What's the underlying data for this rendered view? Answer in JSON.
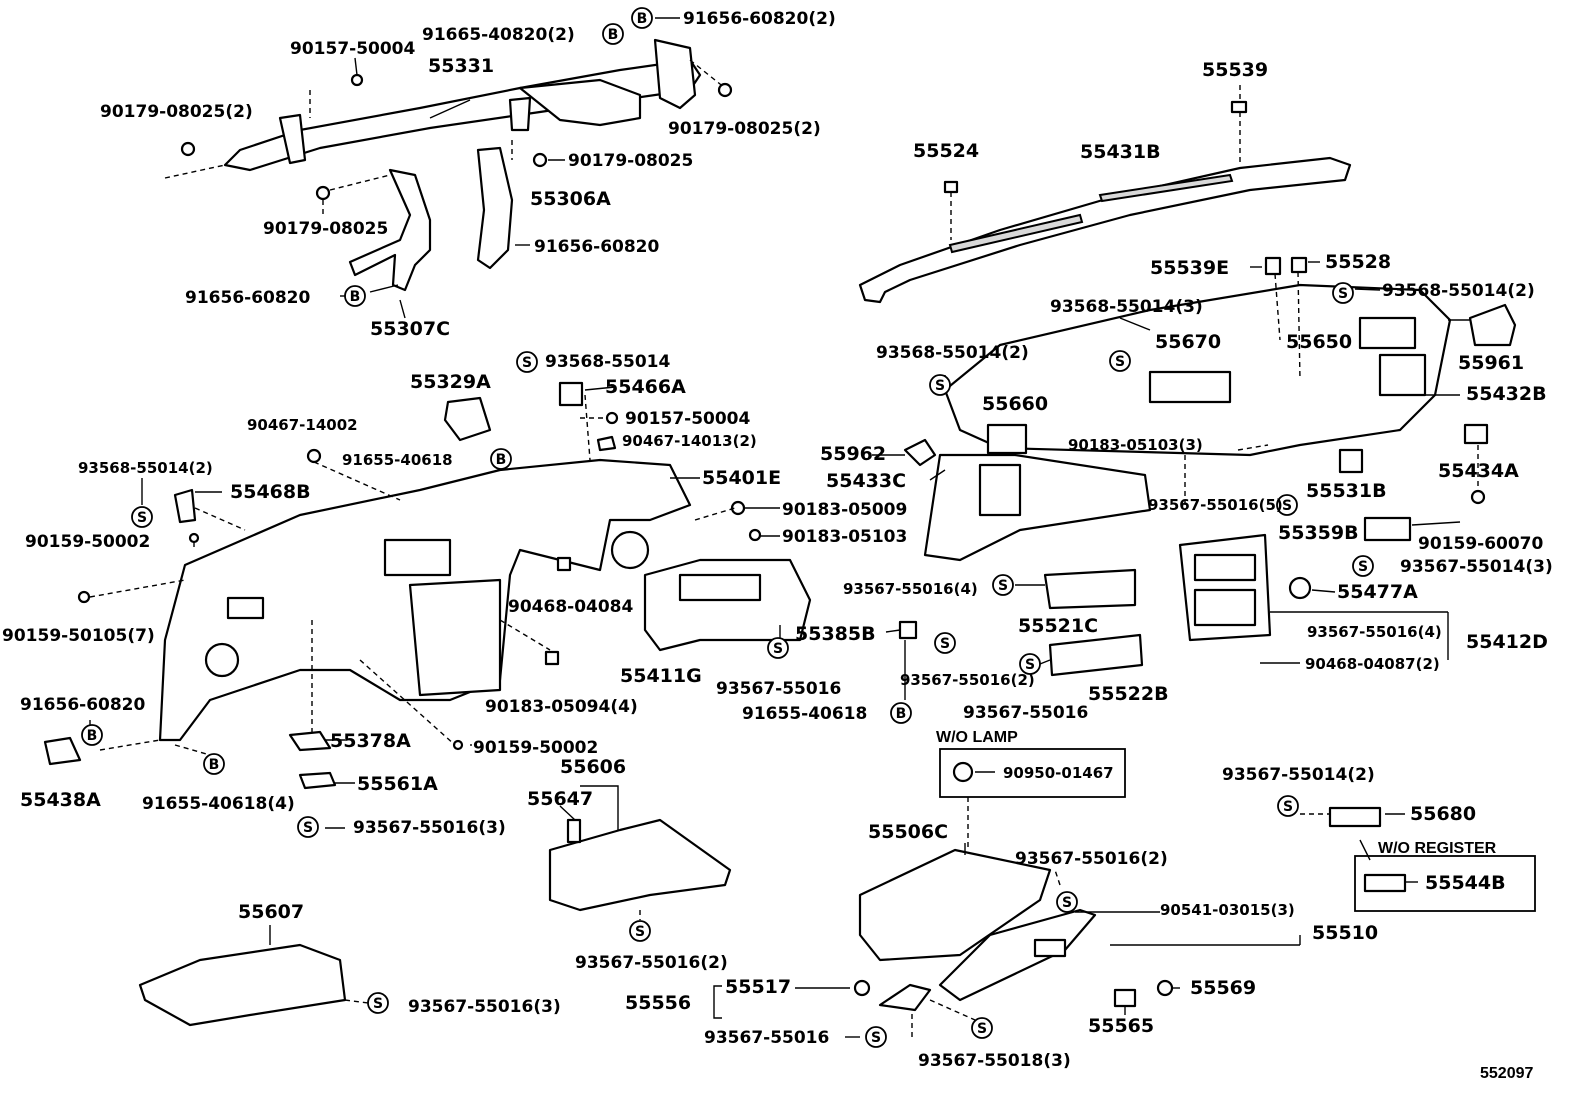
{
  "diagram": {
    "figure_number": "552097",
    "symbols": {
      "s": "S",
      "b": "B"
    },
    "labels": {
      "p91656_60820_2_top": "91656-60820(2)",
      "p91665_40820_2": "91665-40820(2)",
      "p90157_50004_top": "90157-50004",
      "p55331": "55331",
      "p90179_08025_2_left": "90179-08025(2)",
      "p90179_08025_2_right": "90179-08025(2)",
      "p90179_08025_mid": "90179-08025",
      "p90179_08025_low": "90179-08025",
      "p55306A": "55306A",
      "p91656_60820_mid": "91656-60820",
      "p91656_60820_low": "91656-60820",
      "p55307C": "55307C",
      "p55539": "55539",
      "p55524": "55524",
      "p55431B": "55431B",
      "p55539E": "55539E",
      "p55528": "55528",
      "p93568_55014_3": "93568-55014(3)",
      "p93568_55014_2_right": "93568-55014(2)",
      "p55670": "55670",
      "p55650": "55650",
      "p55961": "55961",
      "p93568_55014_2_mid": "93568-55014(2)",
      "p55432B": "55432B",
      "p55660": "55660",
      "p55962": "55962",
      "p90183_05103_3": "90183-05103(3)",
      "p55433C": "55433C",
      "p55434A": "55434A",
      "p93567_55016_5": "93567-55016(5)",
      "p55531B": "55531B",
      "p55359B": "55359B",
      "p90159_60070": "90159-60070",
      "p93567_55014_3": "93567-55014(3)",
      "p55477A": "55477A",
      "p93567_55016_4_right": "93567-55016(4)",
      "p55412D": "55412D",
      "p90468_04087_2": "90468-04087(2)",
      "p93568_55014_single": "93568-55014",
      "p55466A": "55466A",
      "p90157_50004_mid": "90157-50004",
      "p90467_14013_2": "90467-14013(2)",
      "p55329A": "55329A",
      "p90467_14002": "90467-14002",
      "p91655_40618_a": "91655-40618",
      "p55401E": "55401E",
      "p90183_05009": "90183-05009",
      "p90183_05103": "90183-05103",
      "p93568_55014_2_left": "93568-55014(2)",
      "p55468B": "55468B",
      "p90159_50002_a": "90159-50002",
      "p90159_50105_7": "90159-50105(7)",
      "p90468_04084": "90468-04084",
      "p93567_55016_4_mid": "93567-55016(4)",
      "p55521C": "55521C",
      "p55385B": "55385B",
      "p55411G": "55411G",
      "p93567_55016_2_a": "93567-55016(2)",
      "p90183_05094_4": "90183-05094(4)",
      "p93567_55016_a": "93567-55016",
      "p93567_55016_b": "93567-55016",
      "p55522B": "55522B",
      "p91655_40618_b": "91655-40618",
      "p91656_60820_left": "91656-60820",
      "p55378A": "55378A",
      "p90159_50002_b": "90159-50002",
      "p55438A": "55438A",
      "p91655_40618_4": "91655-40618(4)",
      "p55561A": "55561A",
      "p93567_55016_3_a": "93567-55016(3)",
      "p55606": "55606",
      "p55647": "55647",
      "p93567_55016_2_b": "93567-55016(2)",
      "p55607": "55607",
      "p93567_55016_3_b": "93567-55016(3)",
      "p90950_01467": "90950-01467",
      "p55506C": "55506C",
      "p93567_55016_2_c": "93567-55016(2)",
      "p90541_03015_3": "90541-03015(3)",
      "p55510": "55510",
      "p55556": "55556",
      "p55517": "55517",
      "p93567_55016_c": "93567-55016",
      "p93567_55018_3": "93567-55018(3)",
      "p55565": "55565",
      "p55569": "55569",
      "p93567_55014_2": "93567-55014(2)",
      "p55680": "55680",
      "p55544B": "55544B"
    },
    "captions": {
      "wo_lamp": "W/O LAMP",
      "wo_register": "W/O REGISTER"
    }
  }
}
